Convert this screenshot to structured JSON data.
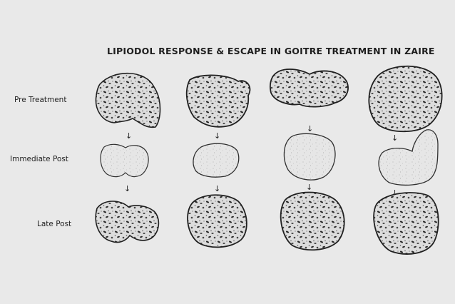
{
  "title": "LIPIODOL RESPONSE & ESCAPE IN GOITRE TREATMENT IN ZAIRE",
  "rows": [
    {
      "label": "Pre Treatment"
    },
    {
      "label": "Immediate Post"
    },
    {
      "label": "Late Post"
    }
  ],
  "arrow_glyph": "↓",
  "colors": {
    "background": "#e9e9e9",
    "ink": "#1e1e1e",
    "dense_fill": "#dcdcdc",
    "light_fill": "#e6e6e6",
    "outline": "#202020"
  },
  "cases": [
    {
      "pre": "dense",
      "immediate": "light",
      "late": "dense"
    },
    {
      "pre": "dense",
      "immediate": "light",
      "late": "dense"
    },
    {
      "pre": "dense",
      "immediate": "light",
      "late": "dense"
    },
    {
      "pre": "dense",
      "immediate": "light",
      "late": "dense"
    }
  ]
}
